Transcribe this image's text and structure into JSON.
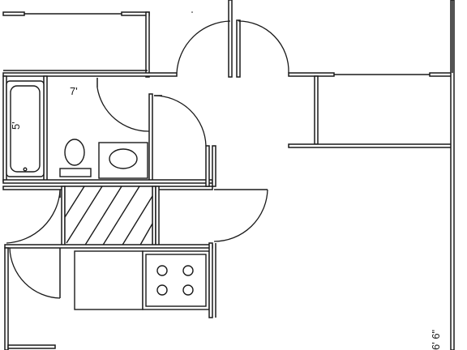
{
  "plan": {
    "dimension_labels": {
      "bath_width": "7'",
      "tub_length": "5'",
      "right_room": "6' 6\""
    },
    "colors": {
      "line": "#1a1a1a",
      "background": "#ffffff"
    }
  }
}
